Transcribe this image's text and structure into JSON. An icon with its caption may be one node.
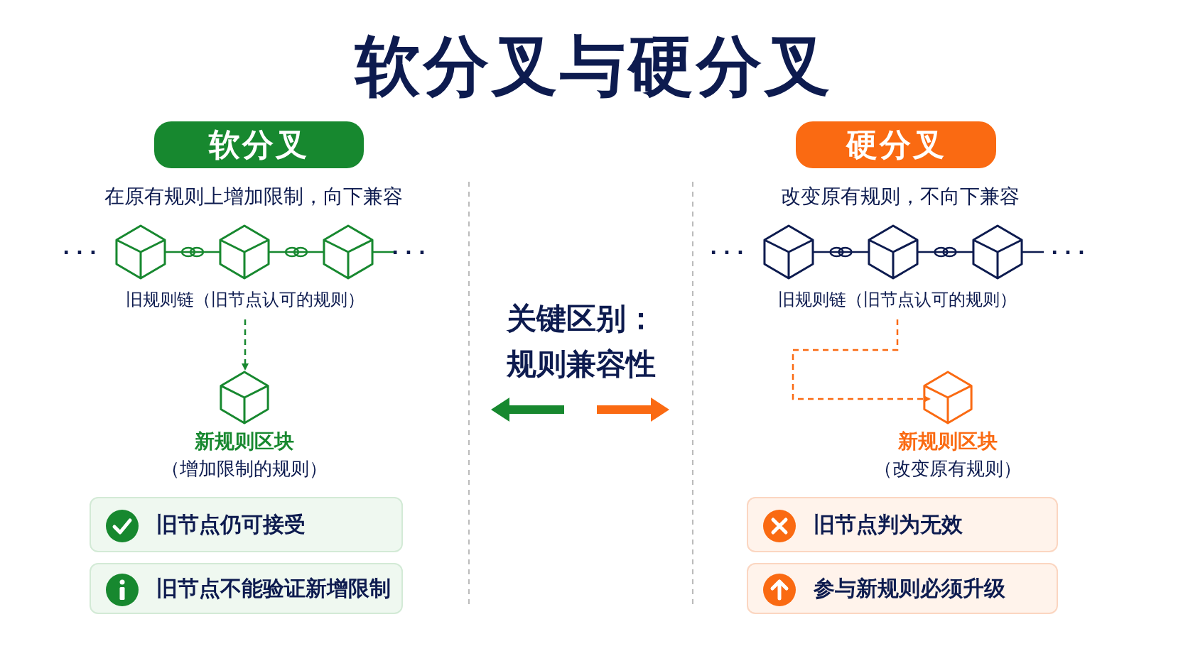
{
  "diagram": {
    "title": "软分叉与硬分叉",
    "nodes": [
      {
        "text": [
          "软分叉"
        ]
      },
      {
        "text": [
          "旧规则链（旧节点认可的规则）"
        ]
      },
      {
        "text": [],
        "shape": "cube",
        "beside": [
          "新规则区块",
          "（增加限制的规则）"
        ]
      },
      {
        "text": [
          "旧节点仍可接受"
        ]
      },
      {
        "text": [
          "旧节点不能验证新增限制"
        ]
      },
      {
        "text": [
          "硬分叉"
        ]
      },
      {
        "text": [
          "旧规则链（旧节点认可的规则）"
        ]
      },
      {
        "text": [],
        "shape": "cube",
        "beside": [
          "新规则区块",
          "（改变原有规则）"
        ]
      },
      {
        "text": [
          "旧节点判为无效"
        ]
      },
      {
        "text": [
          "参与新规则必须升级"
        ]
      }
    ],
    "edges": [
      {
        "from": 1,
        "to": 2,
        "arrow": "to",
        "style": "dashed",
        "color": "#17882f"
      },
      {
        "from": 6,
        "to": 7,
        "arrow": "to",
        "style": "dashed",
        "color": "#fa6a12"
      }
    ],
    "labels": [
      "在原有规则上增加限制，向下兼容",
      "· · ·",
      "· · ·",
      "关键区别：",
      "规则兼容性",
      "改变原有规则，不向下兼容",
      "· · ·",
      "· · ·"
    ]
  }
}
